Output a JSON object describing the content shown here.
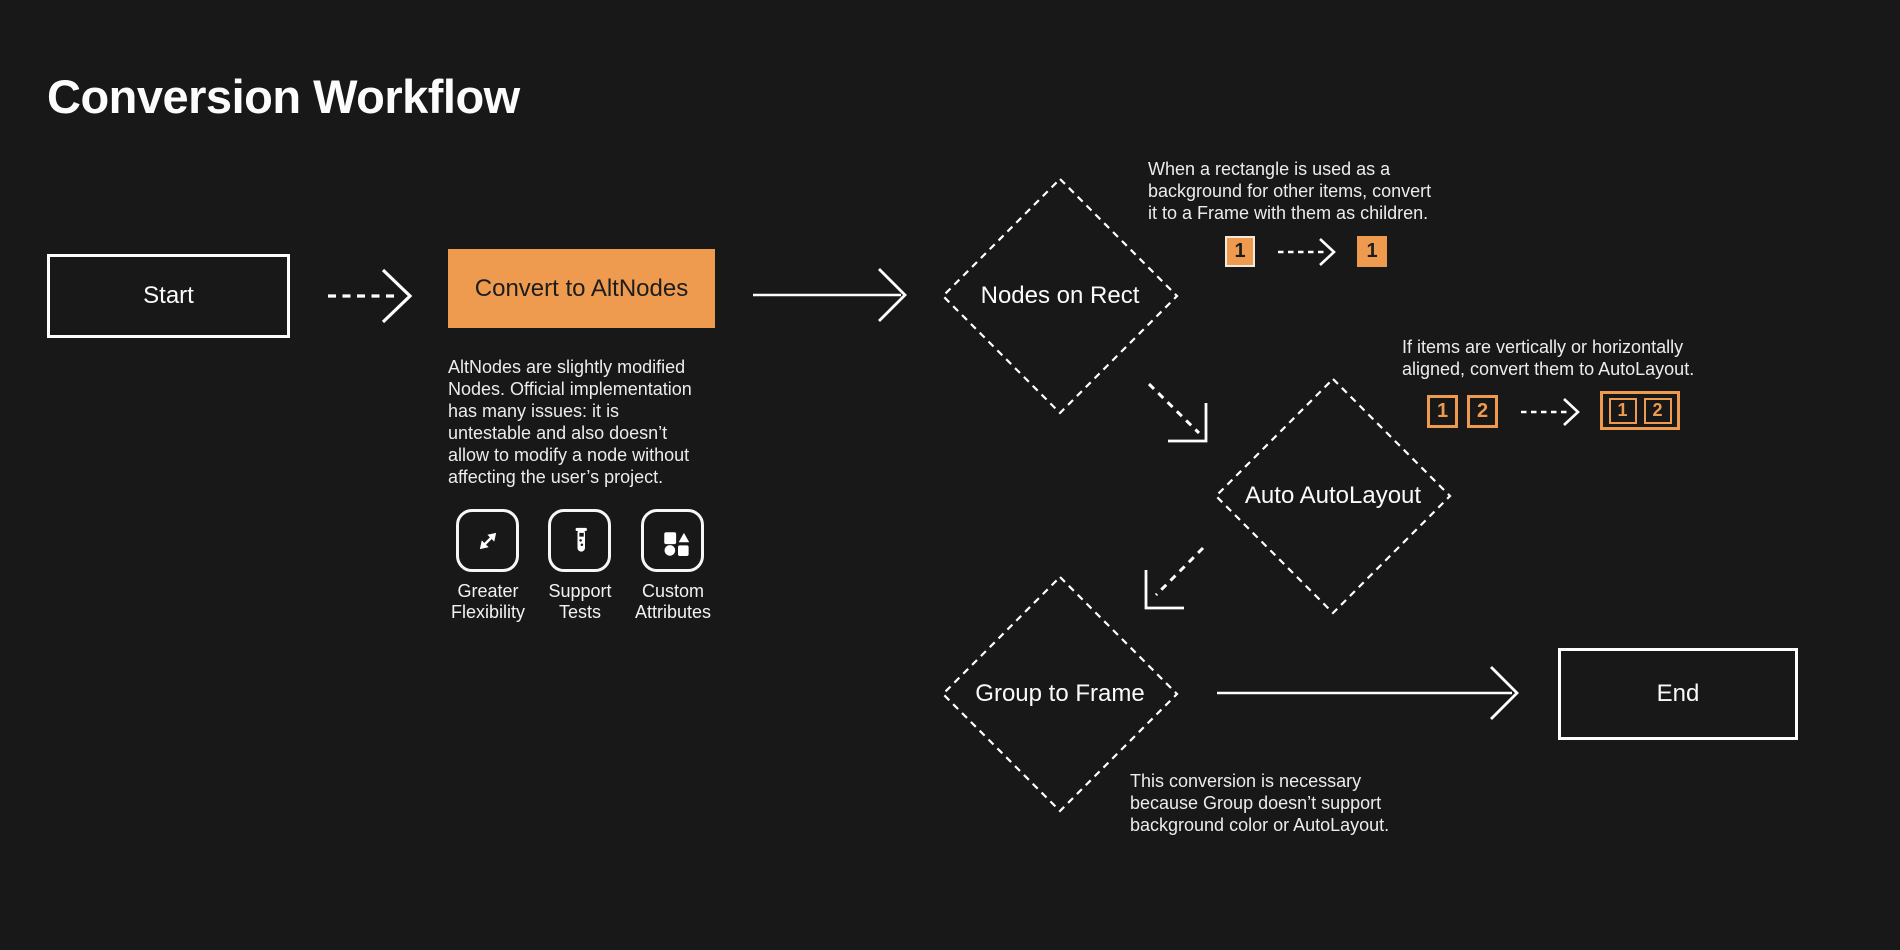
{
  "page": {
    "title": "Conversion Workflow",
    "background_color": "#181818",
    "accent_color": "#EE9B4F"
  },
  "nodes": {
    "start": "Start",
    "convert": "Convert to AltNodes",
    "nodes_on_rect": "Nodes on Rect",
    "auto_autolayout": "Auto AutoLayout",
    "group_to_frame": "Group to Frame",
    "end": "End"
  },
  "convert_note": {
    "lines": [
      "AltNodes are slightly modified",
      "Nodes. Official implementation",
      "has many issues: it is",
      "untestable and also doesn’t",
      "allow to modify a node without",
      "affecting the user’s project."
    ]
  },
  "features": [
    {
      "icon": "expand-arrows-icon",
      "lines": [
        "Greater",
        "Flexibility"
      ]
    },
    {
      "icon": "test-tube-icon",
      "lines": [
        "Support",
        "Tests"
      ]
    },
    {
      "icon": "shapes-icon",
      "lines": [
        "Custom",
        "Attributes"
      ]
    }
  ],
  "annotations": {
    "rect_to_frame": {
      "lines": [
        "When a rectangle is used as a",
        "background for other items, convert",
        "it to a Frame with them as children."
      ],
      "before": "1",
      "after": "1"
    },
    "autolayout": {
      "lines": [
        "If items are vertically or horizontally",
        "aligned, convert them to AutoLayout."
      ],
      "items": [
        "1",
        "2"
      ]
    },
    "group_to_frame": {
      "lines": [
        "This conversion is necessary",
        "because Group doesn’t support",
        "background color or AutoLayout."
      ]
    }
  }
}
